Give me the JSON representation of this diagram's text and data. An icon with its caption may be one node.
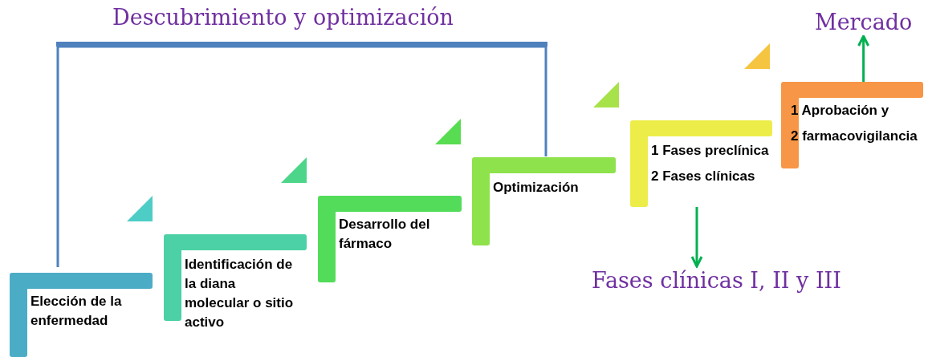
{
  "diagram": {
    "nodes": [
      {
        "text": [
          "Elección de la enfermedad"
        ]
      },
      {
        "text": [
          "Identificación de la diana molecular o sitio activo"
        ]
      },
      {
        "text": [
          "Desarrollo del fármaco"
        ]
      },
      {
        "text": [
          "Optimización"
        ]
      },
      {
        "text": [
          "1 Fases preclínica",
          "2 Fases clínicas"
        ]
      },
      {
        "text": [
          "1 Aprobación y",
          "2 farmacovigilancia"
        ]
      },
      {
        "text": [
          "Mercado"
        ]
      },
      {
        "text": [
          "Fases clínicas I, II y III"
        ]
      }
    ],
    "edges": [
      {
        "from": 5,
        "to": 6,
        "arrow": "to"
      },
      {
        "from": 4,
        "to": 7,
        "arrow": "to"
      }
    ],
    "labels": [
      "Descubrimiento y optimización"
    ]
  }
}
